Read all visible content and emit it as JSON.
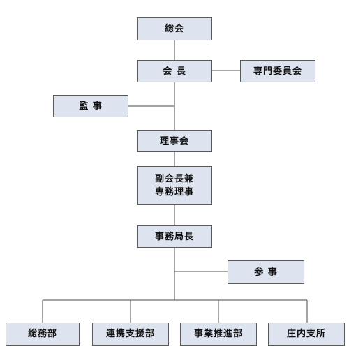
{
  "org_chart": {
    "general_meeting": "総会",
    "chairman": "会 長",
    "expert_committee": "専門委員会",
    "auditor": "監 事",
    "board_of_directors": "理事会",
    "vice_chairman_executive_director": "副会長兼\n専務理事",
    "secretary_general": "事務局長",
    "counselor": "参 事",
    "departments": [
      "総務部",
      "連携支援部",
      "事業推進部",
      "庄内支所"
    ]
  },
  "colors": {
    "box_fill": "#dde3ef",
    "box_border": "#5a5a5a",
    "line": "#4a4a4a",
    "text": "#111111"
  }
}
